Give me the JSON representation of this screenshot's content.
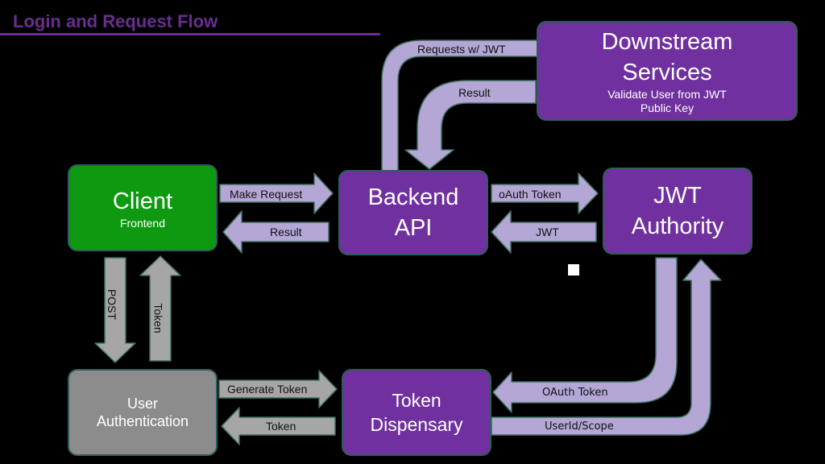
{
  "title": "Login and Request Flow",
  "nodes": {
    "downstream": {
      "title": "Downstream Services",
      "subtitle": "Validate User from JWT Public Key"
    },
    "client": {
      "title": "Client",
      "subtitle": "Frontend"
    },
    "backend": {
      "title": "Backend API"
    },
    "jwt_authority": {
      "title": "JWT Authority"
    },
    "user_auth": {
      "title": "User Authentication"
    },
    "token_dispensary": {
      "title": "Token Dispensary"
    }
  },
  "edges": {
    "requests_jwt": "Requests w/ JWT",
    "result_downstream": "Result",
    "make_request": "Make Request",
    "result_client": "Result",
    "oauth_token_top": "oAuth Token",
    "jwt": "JWT",
    "post": "POST",
    "token_up": "Token",
    "generate_token": "Generate Token",
    "token_left": "Token",
    "oauth_token_bottom": "OAuth Token",
    "userid_scope": "UserId/Scope"
  },
  "colors": {
    "node_purple": "#7030a0",
    "node_green": "#0e9a10",
    "node_gray": "#8c8c8c",
    "arrow_lavender": "#b4a7d6",
    "arrow_gray": "#a6a6a6",
    "title": "#6a2d91"
  }
}
